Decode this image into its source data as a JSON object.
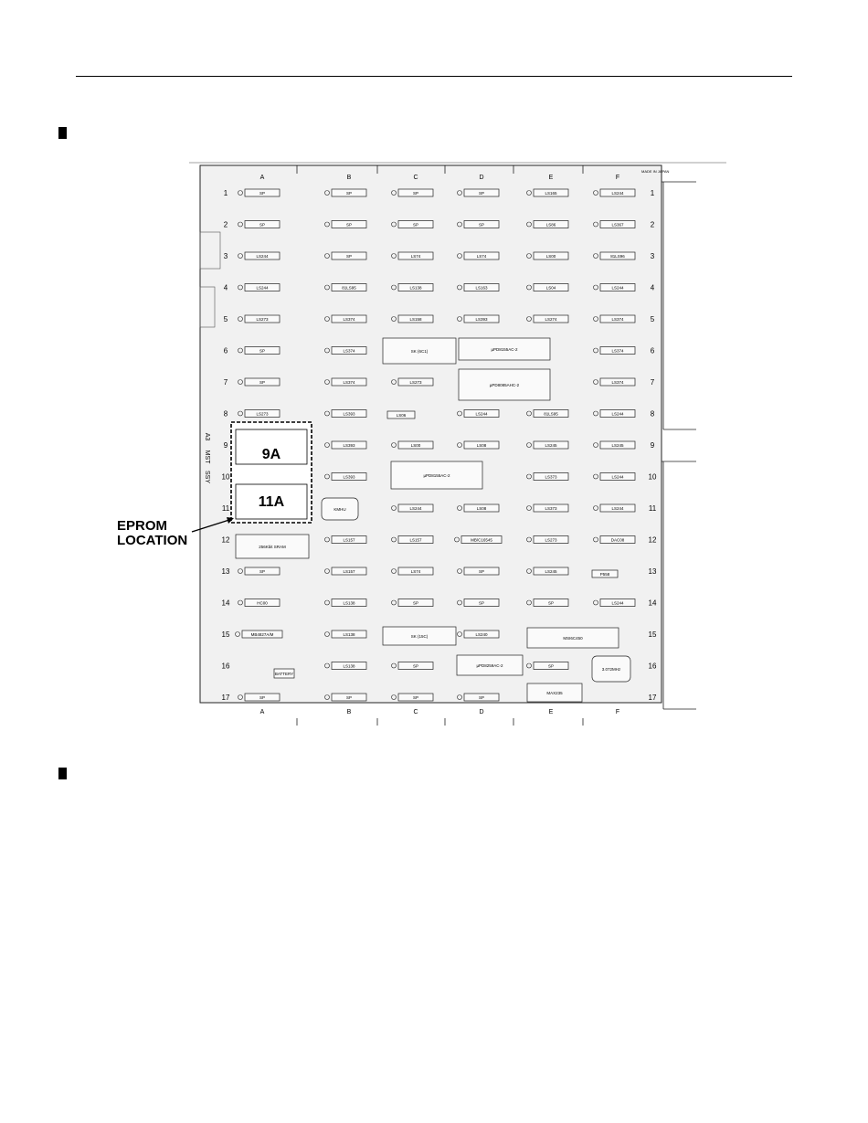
{
  "page": {
    "callout_line1": "EPROM",
    "callout_line2": "LOCATION"
  },
  "board": {
    "made_in": "MADE IN JAPAN",
    "columns": [
      "A",
      "B",
      "C",
      "D",
      "E",
      "F"
    ],
    "rows": [
      "1",
      "2",
      "3",
      "4",
      "5",
      "6",
      "7",
      "8",
      "9",
      "10",
      "11",
      "12",
      "13",
      "14",
      "15",
      "16",
      "17"
    ],
    "eprom_sockets": [
      "9A",
      "11A"
    ],
    "edge_labels": [
      "A3",
      "MST",
      "SSY"
    ],
    "chips": [
      {
        "row": 1,
        "col": "A",
        "label": "SP"
      },
      {
        "row": 1,
        "col": "B",
        "label": "SP"
      },
      {
        "row": 1,
        "col": "C",
        "label": "SP"
      },
      {
        "row": 1,
        "col": "D",
        "label": "SP"
      },
      {
        "row": 1,
        "col": "E",
        "label": "LS165"
      },
      {
        "row": 1,
        "col": "F",
        "label": "LS244"
      },
      {
        "row": 2,
        "col": "A",
        "label": "SP"
      },
      {
        "row": 2,
        "col": "B",
        "label": "SP"
      },
      {
        "row": 2,
        "col": "C",
        "label": "SP"
      },
      {
        "row": 2,
        "col": "D",
        "label": "SP"
      },
      {
        "row": 2,
        "col": "E",
        "label": "LS86"
      },
      {
        "row": 2,
        "col": "F",
        "label": "LS367"
      },
      {
        "row": 3,
        "col": "A",
        "label": "LS244"
      },
      {
        "row": 3,
        "col": "B",
        "label": "SP"
      },
      {
        "row": 3,
        "col": "C",
        "label": "LS74"
      },
      {
        "row": 3,
        "col": "D",
        "label": "LS74"
      },
      {
        "row": 3,
        "col": "E",
        "label": "LS00"
      },
      {
        "row": 3,
        "col": "F",
        "label": "81LS96"
      },
      {
        "row": 4,
        "col": "A",
        "label": "LS244"
      },
      {
        "row": 4,
        "col": "B",
        "label": "81LS95"
      },
      {
        "row": 4,
        "col": "C",
        "label": "LS138"
      },
      {
        "row": 4,
        "col": "D",
        "label": "LS163"
      },
      {
        "row": 4,
        "col": "E",
        "label": "LS04"
      },
      {
        "row": 4,
        "col": "F",
        "label": "LS244"
      },
      {
        "row": 5,
        "col": "A",
        "label": "LS273"
      },
      {
        "row": 5,
        "col": "B",
        "label": "LS374"
      },
      {
        "row": 5,
        "col": "C",
        "label": "LS158"
      },
      {
        "row": 5,
        "col": "D",
        "label": "LS393"
      },
      {
        "row": 5,
        "col": "E",
        "label": "LS274"
      },
      {
        "row": 5,
        "col": "F",
        "label": "LS374"
      },
      {
        "row": 6,
        "col": "A",
        "label": "SP"
      },
      {
        "row": 6,
        "col": "B",
        "label": "LS374"
      },
      {
        "row": 6,
        "col": "F",
        "label": "LS374"
      },
      {
        "row": 7,
        "col": "A",
        "label": "SP"
      },
      {
        "row": 7,
        "col": "B",
        "label": "LS374"
      },
      {
        "row": 7,
        "col": "C",
        "label": "LS273"
      },
      {
        "row": 7,
        "col": "F",
        "label": "LS374"
      },
      {
        "row": 8,
        "col": "A",
        "label": "LS273"
      },
      {
        "row": 8,
        "col": "B",
        "label": "LS393"
      },
      {
        "row": 8,
        "col": "D",
        "label": "LS244"
      },
      {
        "row": 8,
        "col": "E",
        "label": "81LS95"
      },
      {
        "row": 8,
        "col": "F",
        "label": "LS244"
      },
      {
        "row": 9,
        "col": "B",
        "label": "LS393"
      },
      {
        "row": 9,
        "col": "C",
        "label": "LS00"
      },
      {
        "row": 9,
        "col": "D",
        "label": "LS08"
      },
      {
        "row": 9,
        "col": "E",
        "label": "LS245"
      },
      {
        "row": 9,
        "col": "F",
        "label": "LS245"
      },
      {
        "row": 10,
        "col": "B",
        "label": "LS393"
      },
      {
        "row": 10,
        "col": "E",
        "label": "LS373"
      },
      {
        "row": 10,
        "col": "F",
        "label": "LS244"
      },
      {
        "row": 11,
        "col": "C",
        "label": "LS244"
      },
      {
        "row": 11,
        "col": "D",
        "label": "LS08"
      },
      {
        "row": 11,
        "col": "E",
        "label": "LS373"
      },
      {
        "row": 11,
        "col": "F",
        "label": "LS244"
      },
      {
        "row": 12,
        "col": "B",
        "label": "LS157"
      },
      {
        "row": 12,
        "col": "C",
        "label": "LS157"
      },
      {
        "row": 12,
        "col": "D",
        "label": "MB/C16545"
      },
      {
        "row": 12,
        "col": "E",
        "label": "LS273"
      },
      {
        "row": 12,
        "col": "F",
        "label": "DAC08"
      },
      {
        "row": 13,
        "col": "A",
        "label": "SP"
      },
      {
        "row": 13,
        "col": "B",
        "label": "LS157"
      },
      {
        "row": 13,
        "col": "C",
        "label": "LS74"
      },
      {
        "row": 13,
        "col": "D",
        "label": "SP"
      },
      {
        "row": 13,
        "col": "E",
        "label": "LS245"
      },
      {
        "row": 14,
        "col": "A",
        "label": "HC00"
      },
      {
        "row": 14,
        "col": "B",
        "label": "LS138"
      },
      {
        "row": 14,
        "col": "C",
        "label": "SP"
      },
      {
        "row": 14,
        "col": "D",
        "label": "SP"
      },
      {
        "row": 14,
        "col": "E",
        "label": "SP"
      },
      {
        "row": 14,
        "col": "F",
        "label": "LS244"
      },
      {
        "row": 15,
        "col": "A",
        "label": "MB4827A/M"
      },
      {
        "row": 15,
        "col": "B",
        "label": "LS138"
      },
      {
        "row": 15,
        "col": "D",
        "label": "LS240"
      },
      {
        "row": 16,
        "col": "B",
        "label": "LS138"
      },
      {
        "row": 16,
        "col": "C",
        "label": "SP"
      },
      {
        "row": 16,
        "col": "E",
        "label": "SP"
      },
      {
        "row": 17,
        "col": "A",
        "label": "SP"
      },
      {
        "row": 17,
        "col": "B",
        "label": "SP"
      },
      {
        "row": 17,
        "col": "C",
        "label": "SP"
      },
      {
        "row": 17,
        "col": "D",
        "label": "SP"
      }
    ],
    "large_parts": [
      {
        "label": "SK (6C1)"
      },
      {
        "label": "µPD8155AC-2"
      },
      {
        "label": "µPD8085AHC-2"
      },
      {
        "label": "µPD8155AC-2"
      },
      {
        "label": "256Kbit SRAM"
      },
      {
        "label": "KMHU"
      },
      {
        "label": "SK (15C)"
      },
      {
        "label": "MSI6C450"
      },
      {
        "label": "µPD8259AC-2"
      },
      {
        "label": "MAX235"
      },
      {
        "label": "3.072MHz"
      },
      {
        "label": "BATTERY"
      },
      {
        "label": "LS06"
      },
      {
        "label": "P558"
      }
    ]
  }
}
